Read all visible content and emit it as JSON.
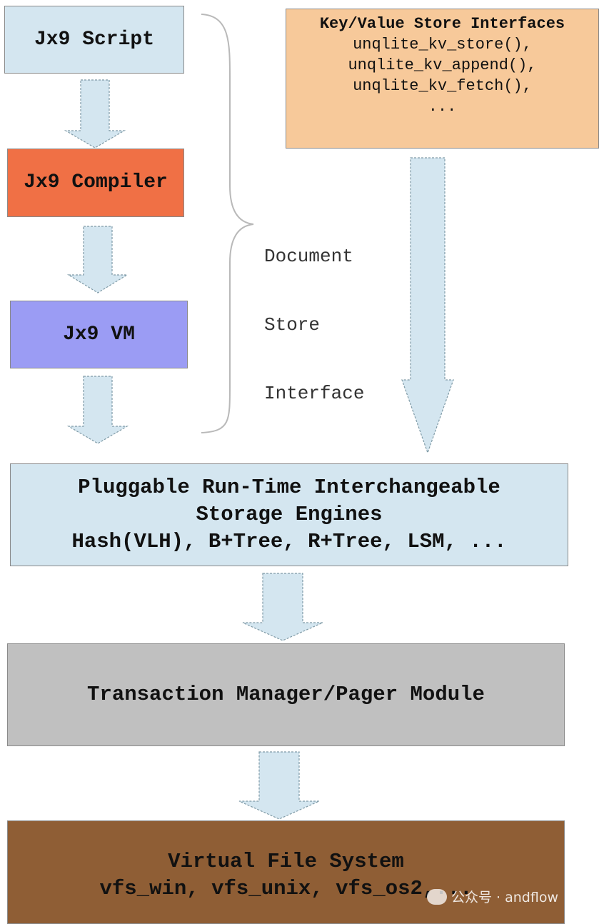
{
  "colors": {
    "script": "#d4e6f0",
    "compiler": "#f07045",
    "vm": "#9b9cf4",
    "kv": "#f7c99a",
    "engines": "#d4e6f0",
    "txn": "#c0c0c0",
    "vfs": "#8f5e35",
    "arrow_fill": "#d4e6f0",
    "arrow_stroke": "#7f9aa6"
  },
  "script": {
    "title": "Jx9 Script"
  },
  "compiler": {
    "title": "Jx9 Compiler"
  },
  "vm": {
    "title": "Jx9 VM"
  },
  "kv": {
    "title": "Key/Value Store Interfaces",
    "functions": [
      "unqlite_kv_store(),",
      "unqlite_kv_append(),",
      "unqlite_kv_fetch(),",
      "..."
    ]
  },
  "doc_store": {
    "lines": [
      "Document",
      "Store",
      "Interface"
    ]
  },
  "engines": {
    "lines": [
      "Pluggable Run-Time Interchangeable",
      "Storage Engines",
      "Hash(VLH), B+Tree, R+Tree, LSM, ..."
    ]
  },
  "txn": {
    "title": "Transaction Manager/Pager Module"
  },
  "vfs": {
    "lines": [
      "Virtual File System",
      "vfs_win, vfs_unix, vfs_os2,..."
    ]
  },
  "watermark": {
    "text": "公众号 · andflow",
    "icon": "wechat-icon"
  }
}
